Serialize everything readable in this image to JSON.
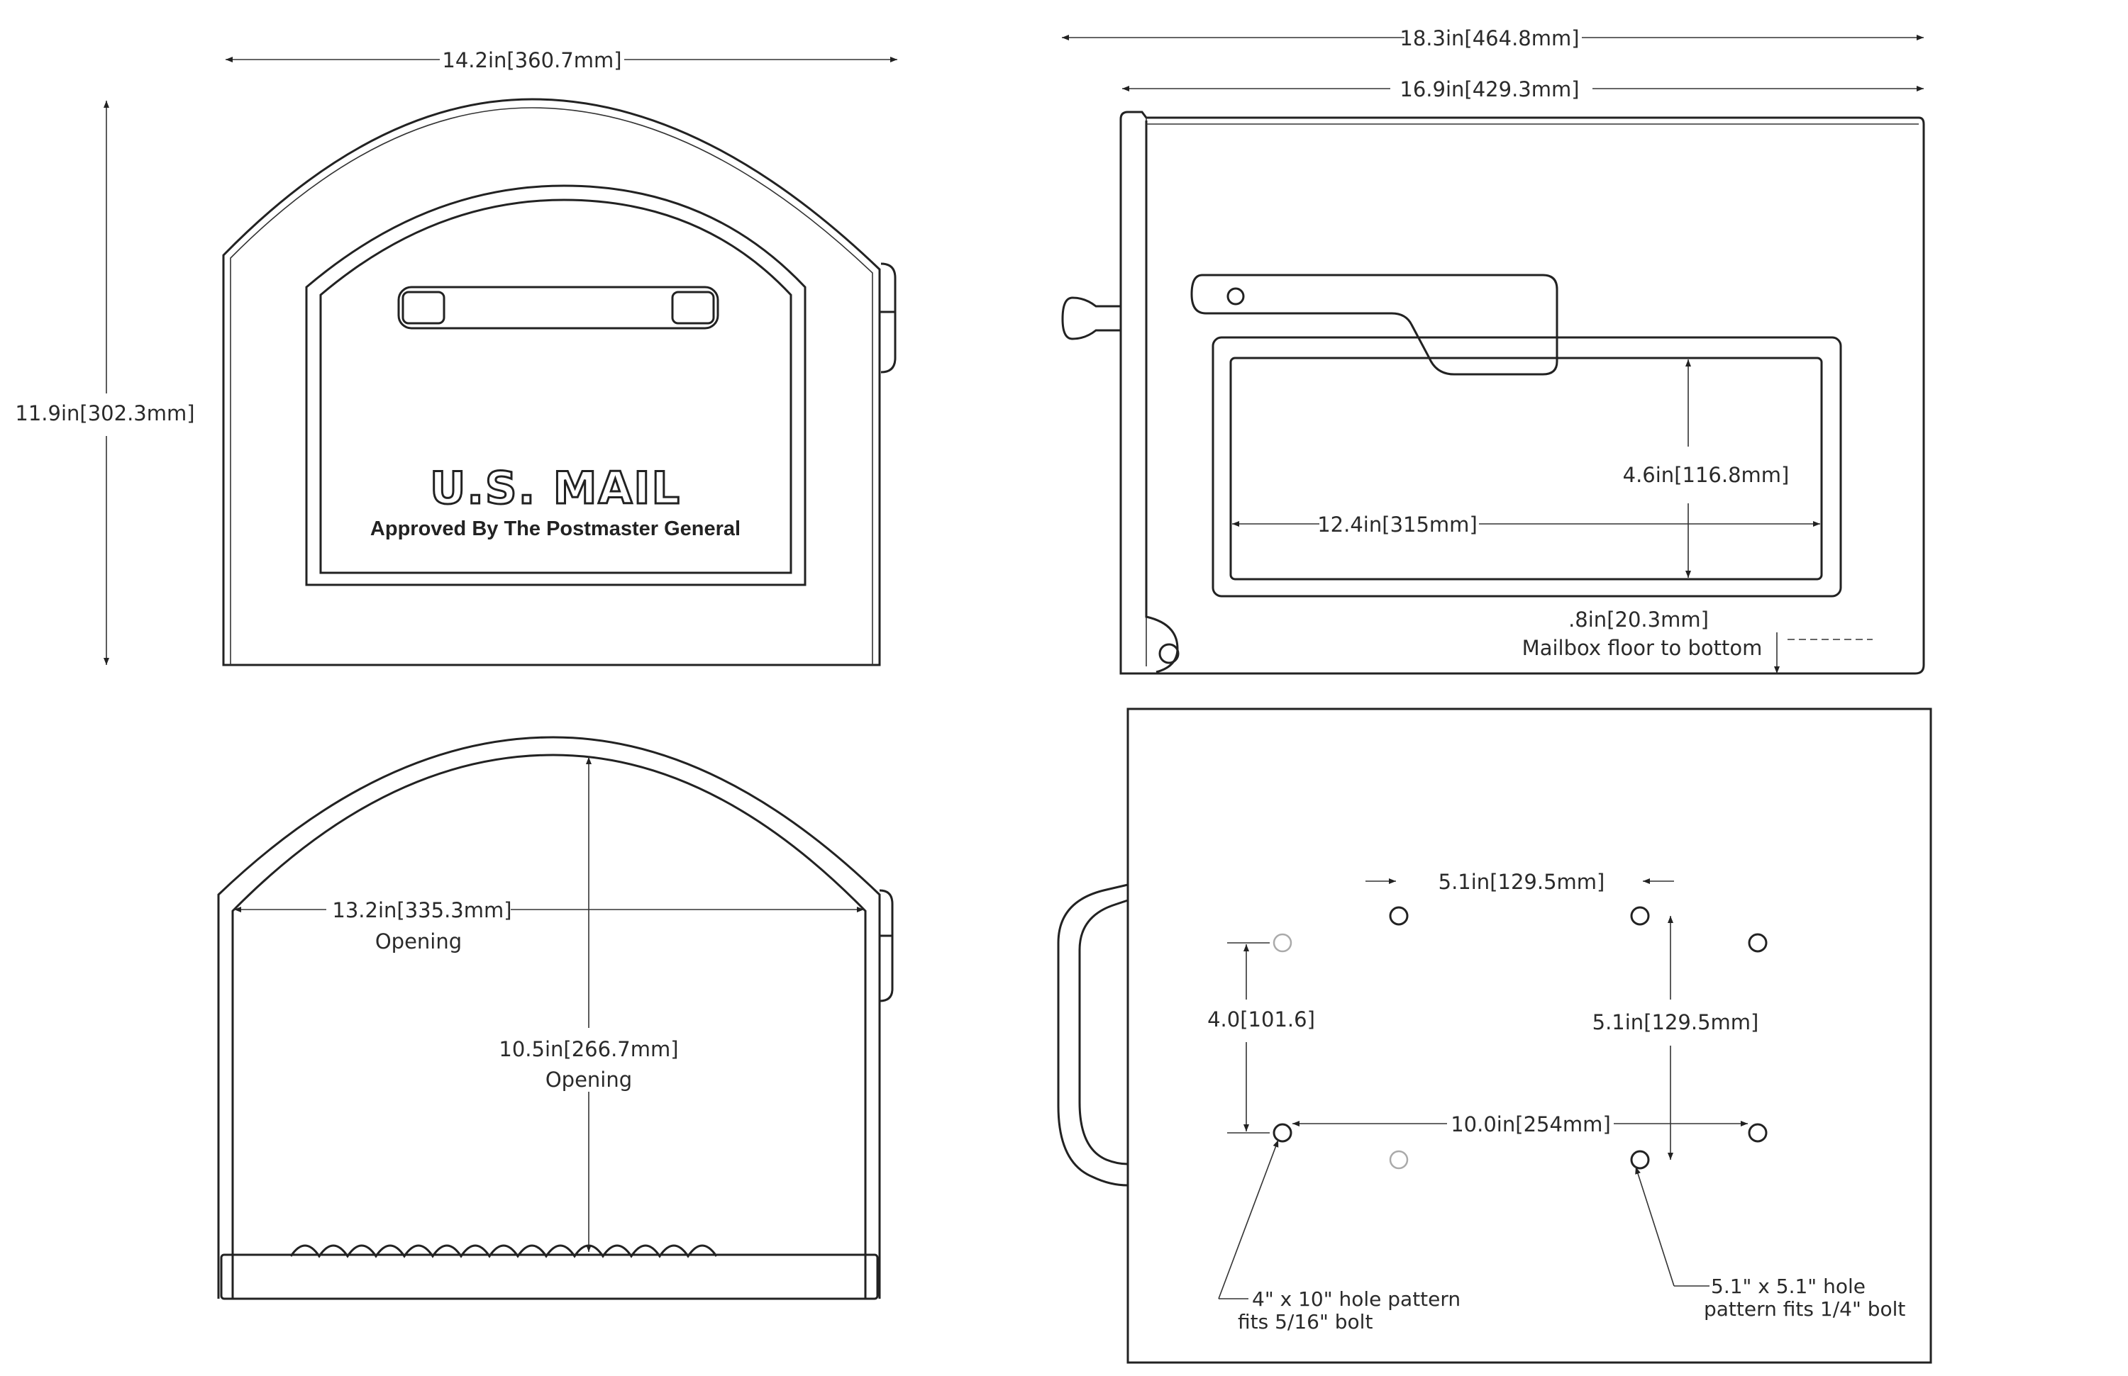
{
  "front_view": {
    "width_dim": "14.2in",
    "width_mm": "360.7mm",
    "height_dim": "11.9in",
    "height_mm": "302.3mm",
    "door_title": "U.S. MAIL",
    "door_subtitle": "Approved By The Postmaster General"
  },
  "side_view": {
    "overall_length_dim": "18.3in",
    "overall_length_mm": "464.8mm",
    "body_length_dim": "16.9in",
    "body_length_mm": "429.3mm",
    "window_height_dim": "4.6in",
    "window_height_mm": "116.8mm",
    "window_length_dim": "12.4in",
    "window_length_mm": "315mm",
    "floor_dim": ".8in",
    "floor_mm": "20.3mm",
    "floor_note": "Mailbox floor to bottom"
  },
  "opening_view": {
    "width_dim": "13.2in",
    "width_mm": "335.3mm",
    "width_note": "Opening",
    "height_dim": "10.5in",
    "height_mm": "266.7mm",
    "height_note": "Opening"
  },
  "bottom_view": {
    "top_spacing_dim": "5.1in",
    "top_spacing_mm": "129.5mm",
    "left_spacing_dim": "4.0",
    "left_spacing_mm": "101.6",
    "right_spacing_dim": "5.1in",
    "right_spacing_mm": "129.5mm",
    "bottom_spacing_dim": "10.0in",
    "bottom_spacing_mm": "254mm",
    "note_left_line1": "4\" x 10\" hole pattern",
    "note_left_line2": "fits 5/16\" bolt",
    "note_right_line1": "5.1\" x 5.1\" hole",
    "note_right_line2": "pattern fits 1/4\" bolt"
  }
}
